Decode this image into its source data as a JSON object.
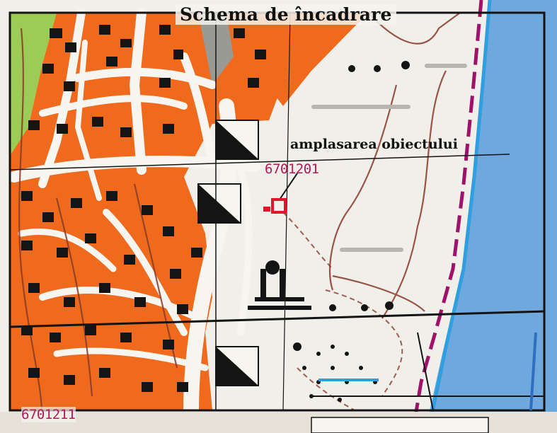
{
  "map": {
    "title": "Schema de încadrare",
    "site_label": "amplasarea obiectului",
    "parcel_codes": {
      "top": "6701201",
      "bottom": "6701211"
    },
    "colors": {
      "built_up_orange": "#ef6a1c",
      "building_black": "#141414",
      "road_white": "#f7f5f0",
      "open_land": "#f1efe9",
      "vegetation_green": "#9ccc55",
      "water_blue": "#6ea8dd",
      "shoreline_cyan": "#2f9fe0",
      "boundary_magenta": "#a0126a",
      "contour_brown": "#8a3a2a",
      "site_marker_red": "#e0142a"
    },
    "icons": [
      "site-marker-icon",
      "pointer-line"
    ]
  }
}
